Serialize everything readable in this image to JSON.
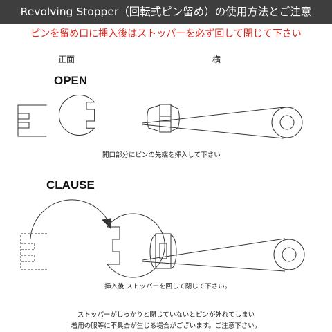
{
  "header": {
    "title": "Revolving Stopper（回転式ピン留め）の使用方法とご注意"
  },
  "instruction": "ピンを留め口に挿入後はストッパーを必ず回して閉じて下さい",
  "views": {
    "front": "正面",
    "side": "横"
  },
  "open_section": {
    "label": "OPEN",
    "caption": "開口部分にピンの先端を挿入して下さい"
  },
  "close_section": {
    "label": "CLAUSE",
    "caption": "挿入後 ストッパーを回して閉じて下さい。"
  },
  "notes": [
    "ストッパーがしっかりと閉じていないとピンが外れてしまい",
    "着用の服等に不具合が生じる場合がございます。ご注意下さい。"
  ],
  "colors": {
    "header_bg": "#3e3e3e",
    "instruction_text": "#e0241b",
    "line": "#333333"
  }
}
